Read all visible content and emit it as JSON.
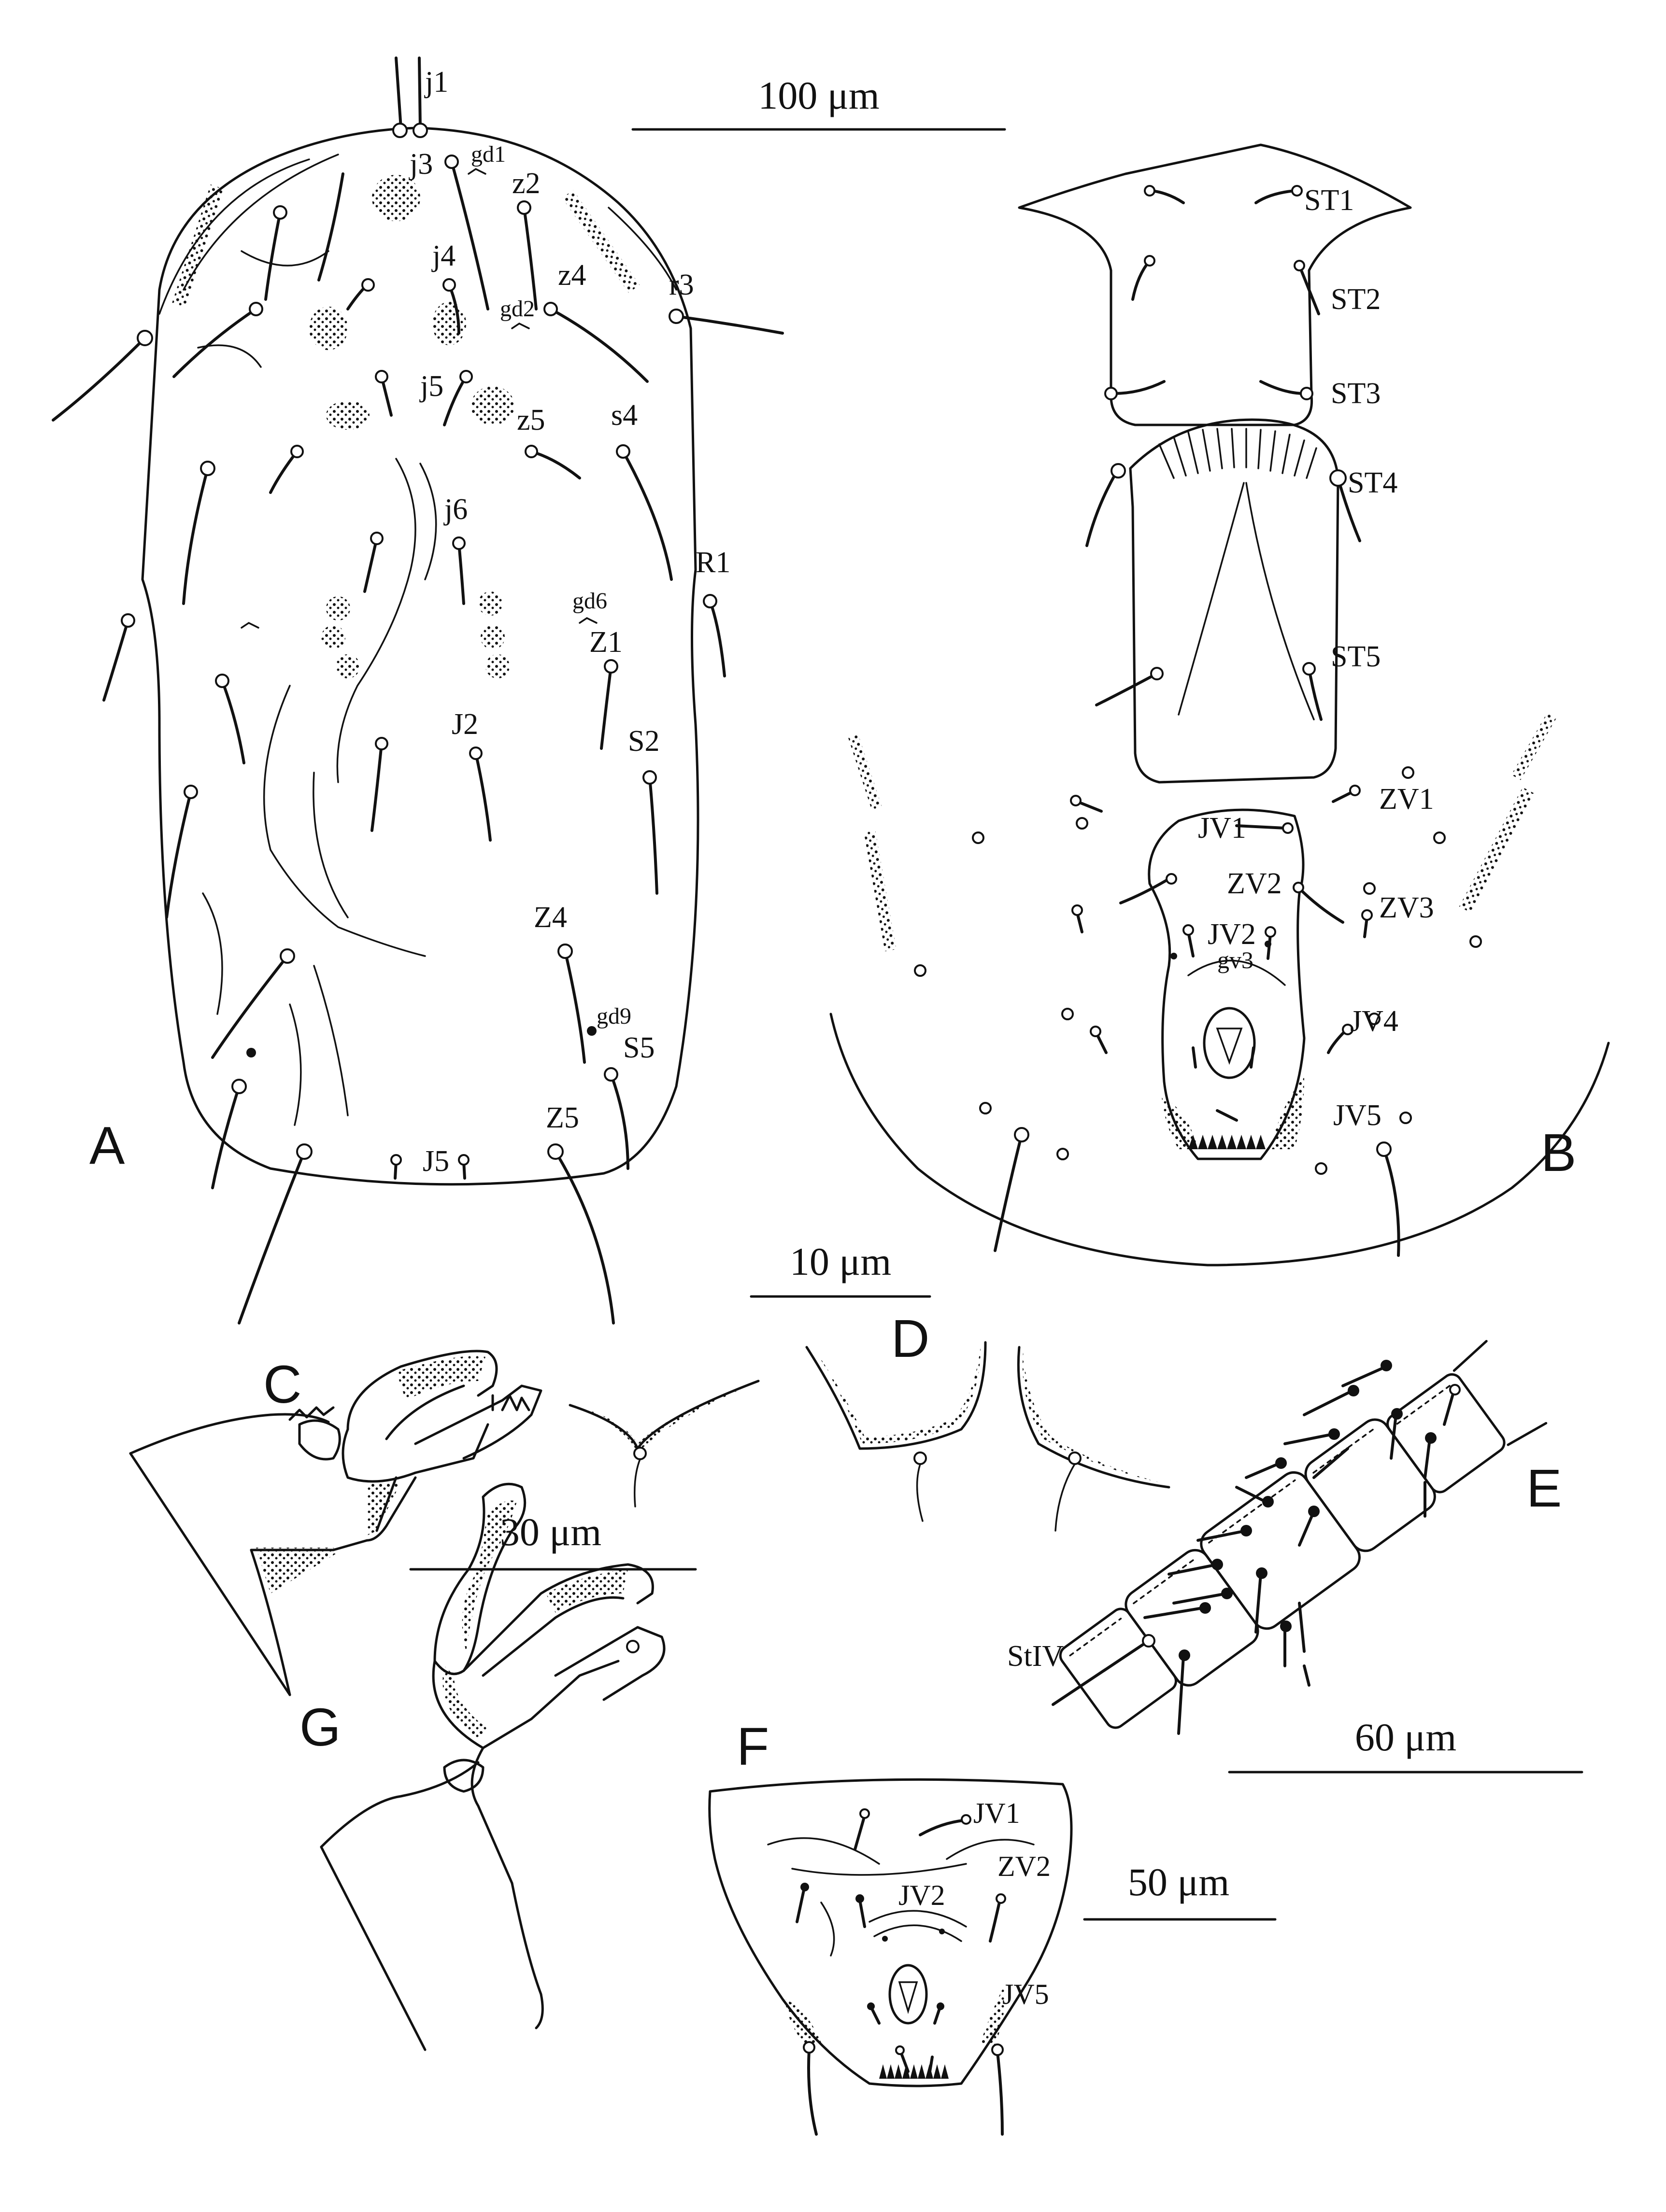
{
  "panels": {
    "A": {
      "letter": "A",
      "setae": [
        "j1",
        "j3",
        "gd1",
        "z2",
        "j4",
        "z4",
        "r3",
        "gd2",
        "j5",
        "z5",
        "s4",
        "j6",
        "R1",
        "gd6",
        "Z1",
        "J2",
        "S2",
        "Z4",
        "gd9",
        "S5",
        "Z5",
        "J5"
      ]
    },
    "B": {
      "letter": "B",
      "setae": [
        "ST1",
        "ST2",
        "ST3",
        "ST4",
        "ST5",
        "ZV1",
        "JV1",
        "ZV2",
        "ZV3",
        "JV2",
        "gv3",
        "JV4",
        "JV5"
      ]
    },
    "C": {
      "letter": "C"
    },
    "D": {
      "letter": "D"
    },
    "E": {
      "letter": "E",
      "setae": [
        "StIV"
      ]
    },
    "F": {
      "letter": "F",
      "setae": [
        "JV1",
        "ZV2",
        "JV2",
        "JV5"
      ]
    },
    "G": {
      "letter": "G"
    }
  },
  "scale_bars": {
    "s100": "100 μm",
    "s10": "10 μm",
    "s30": "30 μm",
    "s60": "60 μm",
    "s50": "50 μm"
  }
}
